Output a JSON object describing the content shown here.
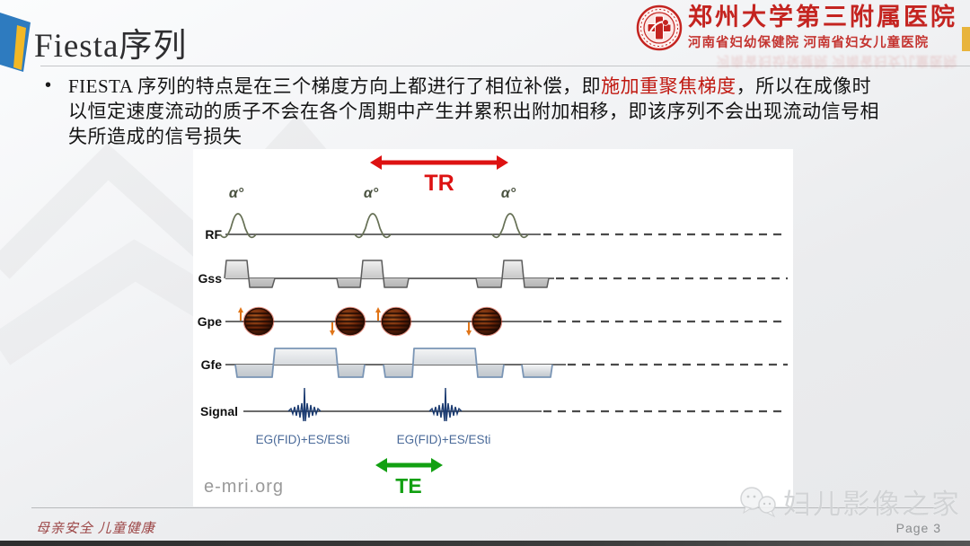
{
  "slide": {
    "title": "Fiesta序列"
  },
  "header": {
    "hospital_name": "郑州大学第三附属医院",
    "hospital_subtitle": "河南省妇幼保健院 河南省妇女儿童医院"
  },
  "bullet": {
    "marker": "•",
    "text_before": "FIESTA 序列的特点是在三个梯度方向上都进行了相位补偿，即",
    "highlight": "施加重聚焦梯度",
    "text_after": "，所以在成像时以恒定速度流动的质子不会在各个周期中产生并累积出附加相移，即该序列不会出现流动信号相失所造成的信号损失"
  },
  "diagram": {
    "row_labels": [
      "RF",
      "Gss",
      "Gpe",
      "Gfe",
      "Signal"
    ],
    "alpha_label": "α°",
    "tr_label": "TR",
    "te_label": "TE",
    "echo_label": "EG(FID)+ES/ESti",
    "source": "e-mri.org",
    "colors": {
      "tr_arrow": "#dd1212",
      "te_arrow": "#12a012",
      "echo_signal": "#1a3a70",
      "echo_text": "#4a6a99",
      "gradient_fill_outline": "#7a95b5",
      "phase_table": "#5a1d08",
      "phase_arrow": "#e07518"
    }
  },
  "footer": {
    "slogan": "母亲安全 儿童健康",
    "watermark": "妇儿影像之家",
    "page": "Page 3"
  }
}
